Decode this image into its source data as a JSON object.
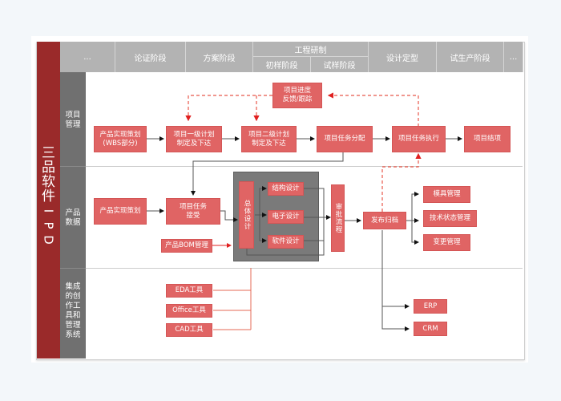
{
  "title": "三品软件 IPD",
  "colors": {
    "accent_red": "#9a2a2a",
    "box_fill": "#e06464",
    "header_gray": "#b3b3b3",
    "lane_gray": "#707070",
    "dashed_arrow": "#e8574a"
  },
  "header": {
    "phases": [
      "...",
      "论证阶段",
      "方案阶段",
      "工程研制",
      "设计定型",
      "试生产阶段",
      "..."
    ],
    "sub_phases": [
      "初样阶段",
      "试样阶段"
    ]
  },
  "lanes": [
    {
      "label": "项目\n管理"
    },
    {
      "label": "产品\n数据"
    },
    {
      "label": "集成\n的创\n作工\n具和\n管理\n系统"
    }
  ],
  "project_mgmt": {
    "feedback": "项目进度\n反馈/跟踪",
    "steps": [
      "产品实现策划\n(WBS部分)",
      "项目一级计划\n制定及下达",
      "项目二级计划\n制定及下达",
      "项目任务分配",
      "项目任务执行",
      "项目结项"
    ]
  },
  "product_data": {
    "planning": "产品实现策划",
    "task_accept": "项目任务\n接受",
    "bom": "产品BOM管理",
    "overall_design": "总体设计",
    "designs": [
      "结构设计",
      "电子设计",
      "软件设计"
    ],
    "approval": "审批流程",
    "release": "发布归档",
    "outputs": [
      "模具管理",
      "技术状态管理",
      "变更管理"
    ]
  },
  "tools": {
    "items": [
      "EDA工具",
      "Office工具",
      "CAD工具"
    ],
    "systems": [
      "ERP",
      "CRM"
    ]
  }
}
